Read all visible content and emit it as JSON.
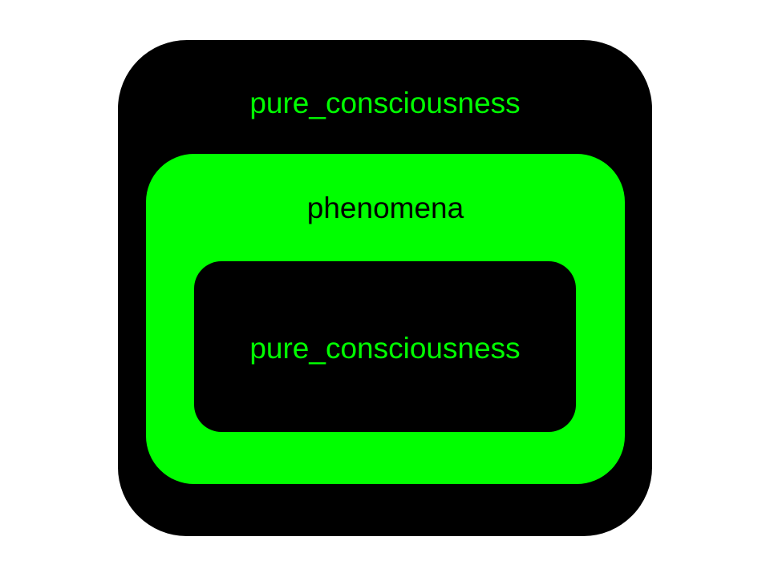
{
  "diagram": {
    "outer": {
      "label": "pure_consciousness",
      "fill": "#000000",
      "text_color": "#00ff00"
    },
    "middle": {
      "label": "phenomena",
      "fill": "#00ff00",
      "text_color": "#000000"
    },
    "inner": {
      "label": "pure_consciousness",
      "fill": "#000000",
      "text_color": "#00ff00"
    }
  }
}
